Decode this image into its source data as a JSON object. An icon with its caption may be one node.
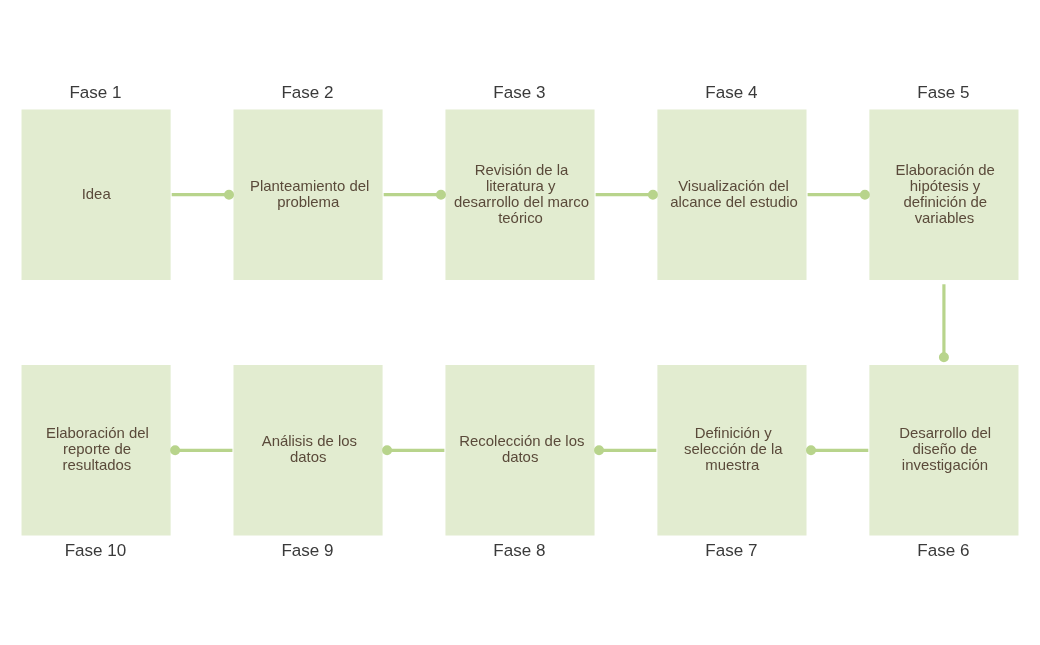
{
  "diagram": {
    "nodes": [
      {
        "text": [
          "Idea"
        ],
        "beside": [
          "Fase 1"
        ]
      },
      {
        "text": [
          "Planteamiento del problema"
        ],
        "beside": [
          "Fase 2"
        ]
      },
      {
        "text": [
          "Revisión de la literatura y desarrollo del marco teórico"
        ],
        "beside": [
          "Fase 3"
        ]
      },
      {
        "text": [
          "Visualización del alcance del estudio"
        ],
        "beside": [
          "Fase 4"
        ]
      },
      {
        "text": [
          "Elaboración de hipótesis y definición de variables"
        ],
        "beside": [
          "Fase 5"
        ]
      },
      {
        "text": [
          "Desarrollo del diseño de investigación"
        ],
        "beside": [
          "Fase 6"
        ]
      },
      {
        "text": [
          "Definición y selección de la muestra"
        ],
        "beside": [
          "Fase 7"
        ]
      },
      {
        "text": [
          "Recolección de los datos"
        ],
        "beside": [
          "Fase 8"
        ]
      },
      {
        "text": [
          "Análisis de los datos"
        ],
        "beside": [
          "Fase 9"
        ]
      },
      {
        "text": [
          "Elaboración del reporte de resultados"
        ],
        "beside": [
          "Fase 10"
        ]
      }
    ],
    "edges": [
      {
        "from": 0,
        "to": 1,
        "arrow": "other"
      },
      {
        "from": 1,
        "to": 2,
        "arrow": "other"
      },
      {
        "from": 2,
        "to": 3,
        "arrow": "other"
      },
      {
        "from": 3,
        "to": 4,
        "arrow": "other"
      },
      {
        "from": 4,
        "to": 5,
        "arrow": "other"
      },
      {
        "from": 5,
        "to": 6,
        "arrow": "other"
      },
      {
        "from": 6,
        "to": 7,
        "arrow": "other"
      },
      {
        "from": 7,
        "to": 8,
        "arrow": "other"
      },
      {
        "from": 8,
        "to": 9,
        "arrow": "other"
      }
    ]
  }
}
